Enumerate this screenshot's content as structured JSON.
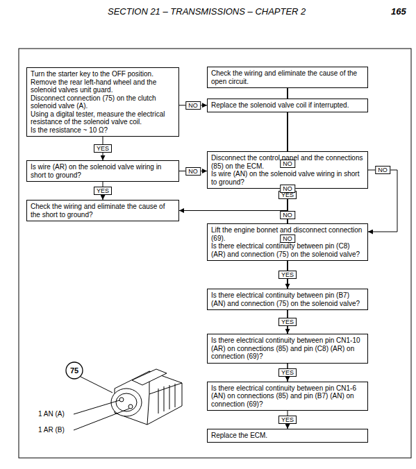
{
  "diagram": {
    "nodes": [
      {
        "text": [
          "Turn the starter key to the OFF position.",
          "Remove the rear left-hand wheel and the solenoid valves unit guard.",
          "Disconnect connection (75) on the clutch solenoid valve (A).",
          "Using a digital tester, measure the electrical resistance of the solenoid valve coil.",
          "Is the resistance ~ 10 Ω?"
        ]
      },
      {
        "text": [
          "Check the wiring and eliminate the cause of the open circuit."
        ]
      },
      {
        "text": [
          "Replace the solenoid valve coil if interrupted."
        ]
      },
      {
        "text": [
          "Is wire (AR) on the solenoid valve wiring in short to ground?"
        ]
      },
      {
        "text": [
          "Disconnect the control panel and the connections (85) on the ECM.",
          "Is wire (AN) on the solenoid valve wiring in short to ground?"
        ]
      },
      {
        "text": [
          "Check the wiring and eliminate the cause of the short to ground?"
        ]
      },
      {
        "text": [
          "Lift the engine bonnet and disconnect connection (69).",
          "Is there electrical continuity between pin (C8) (AR) and connection (75) on the solenoid valve?"
        ]
      },
      {
        "text": [
          "Is there electrical continuity between pin (B7) (AN) and connection (75) on the solenoid valve?"
        ]
      },
      {
        "text": [
          "Is there electrical continuity between pin CN1-10 (AR) on connections (85) and pin (C8) (AR) on connection (69)?"
        ]
      },
      {
        "text": [
          "Is there electrical continuity between pin CN1-6 (AN) on connections (85) and pin (B7) (AN) on connection (69)?"
        ]
      },
      {
        "text": [
          "Replace the ECM."
        ]
      }
    ],
    "edges": [
      {
        "from": 0,
        "to": 2,
        "label": "NO",
        "arrow": "to"
      },
      {
        "from": 0,
        "to": 3,
        "label": "YES",
        "arrow": "to"
      },
      {
        "from": 3,
        "to": 4,
        "label": "NO",
        "arrow": "to"
      },
      {
        "from": 3,
        "to": 5,
        "label": "YES",
        "arrow": "to"
      },
      {
        "from": 4,
        "to": 5,
        "label": "YES",
        "arrow": "to"
      },
      {
        "from": 4,
        "to": 6,
        "label": "NO",
        "arrow": "to"
      },
      {
        "from": 6,
        "to": 1,
        "label": "NO",
        "arrow": "to"
      },
      {
        "from": 6,
        "to": 7,
        "label": "YES",
        "arrow": "to"
      },
      {
        "from": 7,
        "to": 1,
        "label": "NO",
        "arrow": "to"
      },
      {
        "from": 7,
        "to": 8,
        "label": "YES",
        "arrow": "to"
      },
      {
        "from": 8,
        "to": 1,
        "label": "NO",
        "arrow": "to"
      },
      {
        "from": 8,
        "to": 9,
        "label": "YES",
        "arrow": "to"
      },
      {
        "from": 9,
        "to": 1,
        "label": "NO",
        "arrow": "to"
      },
      {
        "from": 9,
        "to": 10,
        "label": "YES",
        "arrow": "to"
      }
    ],
    "labels": [
      "SECTION 21 – TRANSMISSIONS – CHAPTER 2",
      "165",
      "75",
      "1 AN (A)",
      "1 AR (B)"
    ]
  }
}
